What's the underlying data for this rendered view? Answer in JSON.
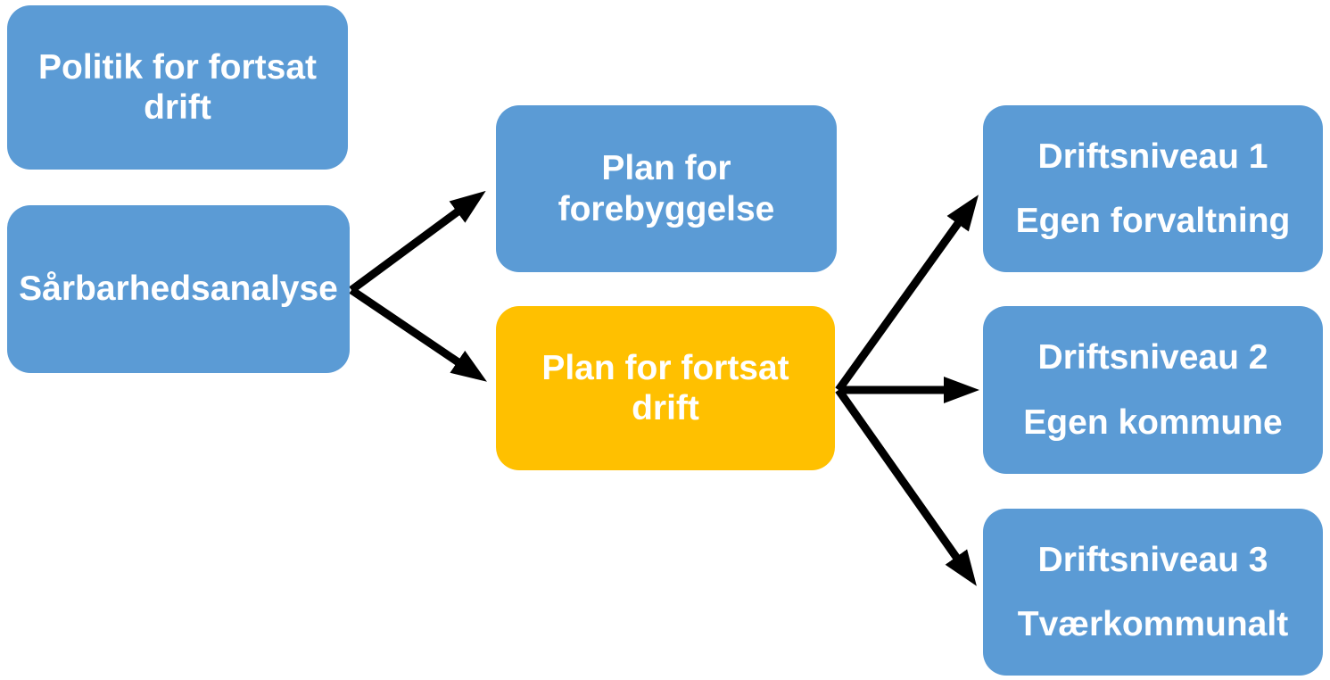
{
  "diagram": {
    "colors": {
      "node_blue": "#5B9BD5",
      "node_yellow": "#FFC000",
      "arrow_black": "#000000",
      "text_white": "#FFFFFF"
    },
    "nodes": [
      {
        "id": "politik-for-fortsat-drift",
        "label": "Politik for fortsat drift",
        "color": "#5B9BD5"
      },
      {
        "id": "saarbarhedsanalyse",
        "label": "Sårbarhedsanalyse",
        "color": "#5B9BD5"
      },
      {
        "id": "plan-for-forebyggelse",
        "label": "Plan for forebyggelse",
        "color": "#5B9BD5"
      },
      {
        "id": "plan-for-fortsat-drift",
        "label": "Plan for fortsat drift",
        "color": "#FFC000"
      },
      {
        "id": "driftsniveau-1",
        "line1": "Driftsniveau 1",
        "line2": "Egen forvaltning",
        "color": "#5B9BD5"
      },
      {
        "id": "driftsniveau-2",
        "line1": "Driftsniveau 2",
        "line2": "Egen kommune",
        "color": "#5B9BD5"
      },
      {
        "id": "driftsniveau-3",
        "line1": "Driftsniveau 3",
        "line2": "Tværkommunalt",
        "color": "#5B9BD5"
      }
    ],
    "connections": [
      {
        "from": "saarbarhedsanalyse",
        "to": "plan-for-forebyggelse"
      },
      {
        "from": "saarbarhedsanalyse",
        "to": "plan-for-fortsat-drift"
      },
      {
        "from": "plan-for-fortsat-drift",
        "to": "driftsniveau-1"
      },
      {
        "from": "plan-for-fortsat-drift",
        "to": "driftsniveau-2"
      },
      {
        "from": "plan-for-fortsat-drift",
        "to": "driftsniveau-3"
      }
    ]
  }
}
